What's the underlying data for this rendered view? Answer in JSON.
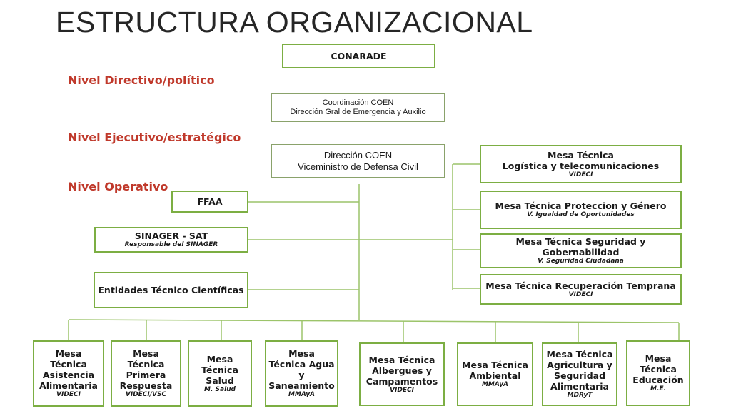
{
  "title": "ESTRUCTURA ORGANIZACIONAL",
  "levels": {
    "directivo": "Nivel Directivo/político",
    "ejecutivo": "Nivel Ejecutivo/estratégico",
    "operativo": "Nivel Operativo"
  },
  "top": {
    "conarade": "CONARADE",
    "coordinacion": {
      "line1": "Coordinación COEN",
      "line2": "Dirección Gral de Emergencia y Auxilio"
    },
    "direccion": {
      "line1": "Dirección COEN",
      "line2": "Viceministro de Defensa Civil"
    }
  },
  "left": {
    "ffaa": "FFAA",
    "sinager": {
      "name": "SINAGER - SAT",
      "sub": "Responsable del SINAGER"
    },
    "entidades": "Entidades Técnico Científicas"
  },
  "right": [
    {
      "line1": "Mesa Técnica",
      "line2": "Logística y telecomunicaciones",
      "sub": "VIDECI"
    },
    {
      "line1": "Mesa Técnica Proteccion y Género",
      "line2": "",
      "sub": "V. Igualdad de Oportunidades"
    },
    {
      "line1": "Mesa Técnica Seguridad y",
      "line2": "Gobernabilidad",
      "sub": "V. Seguridad Ciudadana"
    },
    {
      "line1": "Mesa Técnica Recuperación Temprana",
      "line2": "",
      "sub": "VIDECI"
    }
  ],
  "bottom": [
    {
      "lines": [
        "Mesa",
        "Técnica",
        "Asistencia",
        "Alimentaria"
      ],
      "sub": "VIDECI"
    },
    {
      "lines": [
        "Mesa",
        "Técnica",
        "Primera",
        "Respuesta"
      ],
      "sub": "VIDECI/VSC"
    },
    {
      "lines": [
        "Mesa",
        "Técnica",
        "Salud"
      ],
      "sub": "M. Salud"
    },
    {
      "lines": [
        "Mesa",
        "Técnica Agua",
        "y",
        "Saneamiento"
      ],
      "sub": "MMAyA"
    },
    {
      "lines": [
        "Mesa Técnica",
        "Albergues y",
        "Campamentos"
      ],
      "sub": "VIDECI"
    },
    {
      "lines": [
        "Mesa Técnica",
        "Ambiental"
      ],
      "sub": "MMAyA"
    },
    {
      "lines": [
        "Mesa Técnica",
        "Agricultura y",
        "Seguridad",
        "Alimentaria"
      ],
      "sub": "MDRyT"
    },
    {
      "lines": [
        "Mesa",
        "Técnica",
        "Educación"
      ],
      "sub": "M.E."
    }
  ]
}
